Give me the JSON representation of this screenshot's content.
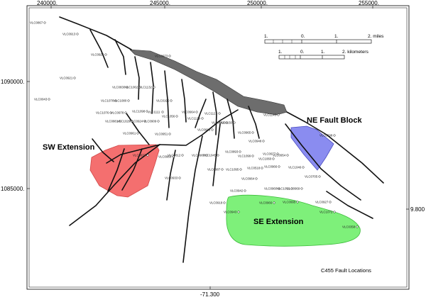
{
  "map": {
    "x_ticks_top": [
      "240000.",
      "245000.",
      "250000.",
      "255000."
    ],
    "y_ticks_left": [
      "1090000.",
      "1085000."
    ],
    "bottom_label": "-71.300",
    "right_label": "9.800",
    "title": "C455 Fault Locations"
  },
  "scale": {
    "miles_labels": [
      "1.",
      "0.",
      "1.",
      "2. miles"
    ],
    "km_labels": [
      "1.",
      "0.",
      "1.",
      "2. kilometers"
    ]
  },
  "areas": {
    "ne": {
      "label": "NE Fault Block",
      "color": "#8a8cf0"
    },
    "sw": {
      "label": "SW Extension",
      "color": "#f46f6f"
    },
    "se": {
      "label": "SE Extension",
      "color": "#7ef07a"
    }
  },
  "fault_zone_color": "#6d6d6d",
  "wells": [
    {
      "name": "VLC0867"
    },
    {
      "name": "VLC0913"
    },
    {
      "name": "VLC0925"
    },
    {
      "name": "VLC0973"
    },
    {
      "name": "VLC0921"
    },
    {
      "name": "VLC0043"
    },
    {
      "name": "VLC0830"
    },
    {
      "name": "VLC1062"
    },
    {
      "name": "VLC1132"
    },
    {
      "name": "VLC1076"
    },
    {
      "name": "VLC1080"
    },
    {
      "name": "VLC0195"
    },
    {
      "name": "VLC1098"
    },
    {
      "name": "VLC1111"
    },
    {
      "name": "VLC1076"
    },
    {
      "name": "VLC0978"
    },
    {
      "name": "VLC0964"
    },
    {
      "name": "VLC1056"
    },
    {
      "name": "VLC1129"
    },
    {
      "name": "VLC0881"
    },
    {
      "name": "VLC1029"
    },
    {
      "name": "VLC0924"
    },
    {
      "name": "VLC0909"
    },
    {
      "name": "VLC1121"
    },
    {
      "name": "VLC0662"
    },
    {
      "name": "VLC0961"
    },
    {
      "name": "VLC0951"
    },
    {
      "name": "VLC0663"
    },
    {
      "name": "VLC1150"
    },
    {
      "name": "VLC1146"
    },
    {
      "name": "VLC0598"
    },
    {
      "name": "VLC0965"
    },
    {
      "name": "VLC0837"
    },
    {
      "name": "VLC0963"
    },
    {
      "name": "VLC0812"
    },
    {
      "name": "VLC0983"
    },
    {
      "name": "VLC1045"
    },
    {
      "name": "VLC0948"
    },
    {
      "name": "VLC0893"
    },
    {
      "name": "VLC1099"
    },
    {
      "name": "VLC1060"
    },
    {
      "name": "VLC0977"
    },
    {
      "name": "VLC0954"
    },
    {
      "name": "VLC0933"
    },
    {
      "name": "VLC0987"
    },
    {
      "name": "VLC1095"
    },
    {
      "name": "VLC0518"
    },
    {
      "name": "VLC1046"
    },
    {
      "name": "VLC0966"
    },
    {
      "name": "VLC0964"
    },
    {
      "name": "VLC0705"
    },
    {
      "name": "VLC0942"
    },
    {
      "name": "VLC0960"
    },
    {
      "name": "VLC1051"
    },
    {
      "name": "VLC0969"
    },
    {
      "name": "VLC0918"
    },
    {
      "name": "VLC0966"
    },
    {
      "name": "VLC0995"
    },
    {
      "name": "VLC0927"
    },
    {
      "name": "VLC1072"
    },
    {
      "name": "VLC0943"
    },
    {
      "name": "VLC0358"
    }
  ]
}
